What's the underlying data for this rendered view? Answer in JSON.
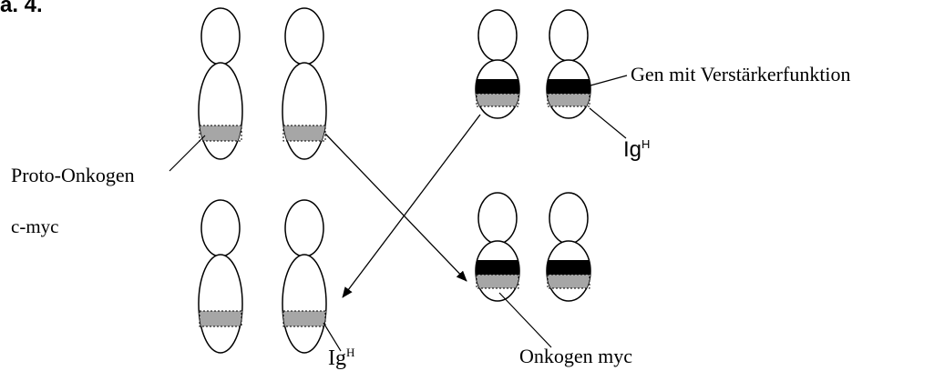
{
  "figure": {
    "label": "a. 4."
  },
  "labels": {
    "proto_oncogene": "Proto-Onkogen",
    "c_myc": "c-myc",
    "enhancer_gene": "Gen mit Verstärkerfunktion",
    "igh_right": {
      "base": "Ig",
      "sup": "H"
    },
    "igh_bottom": {
      "base": "Ig",
      "sup": "H"
    },
    "oncogene_myc": "Onkogen myc"
  },
  "colors": {
    "grey_band": "#a6a6a6",
    "black_band": "#000000",
    "outline": "#000000"
  }
}
